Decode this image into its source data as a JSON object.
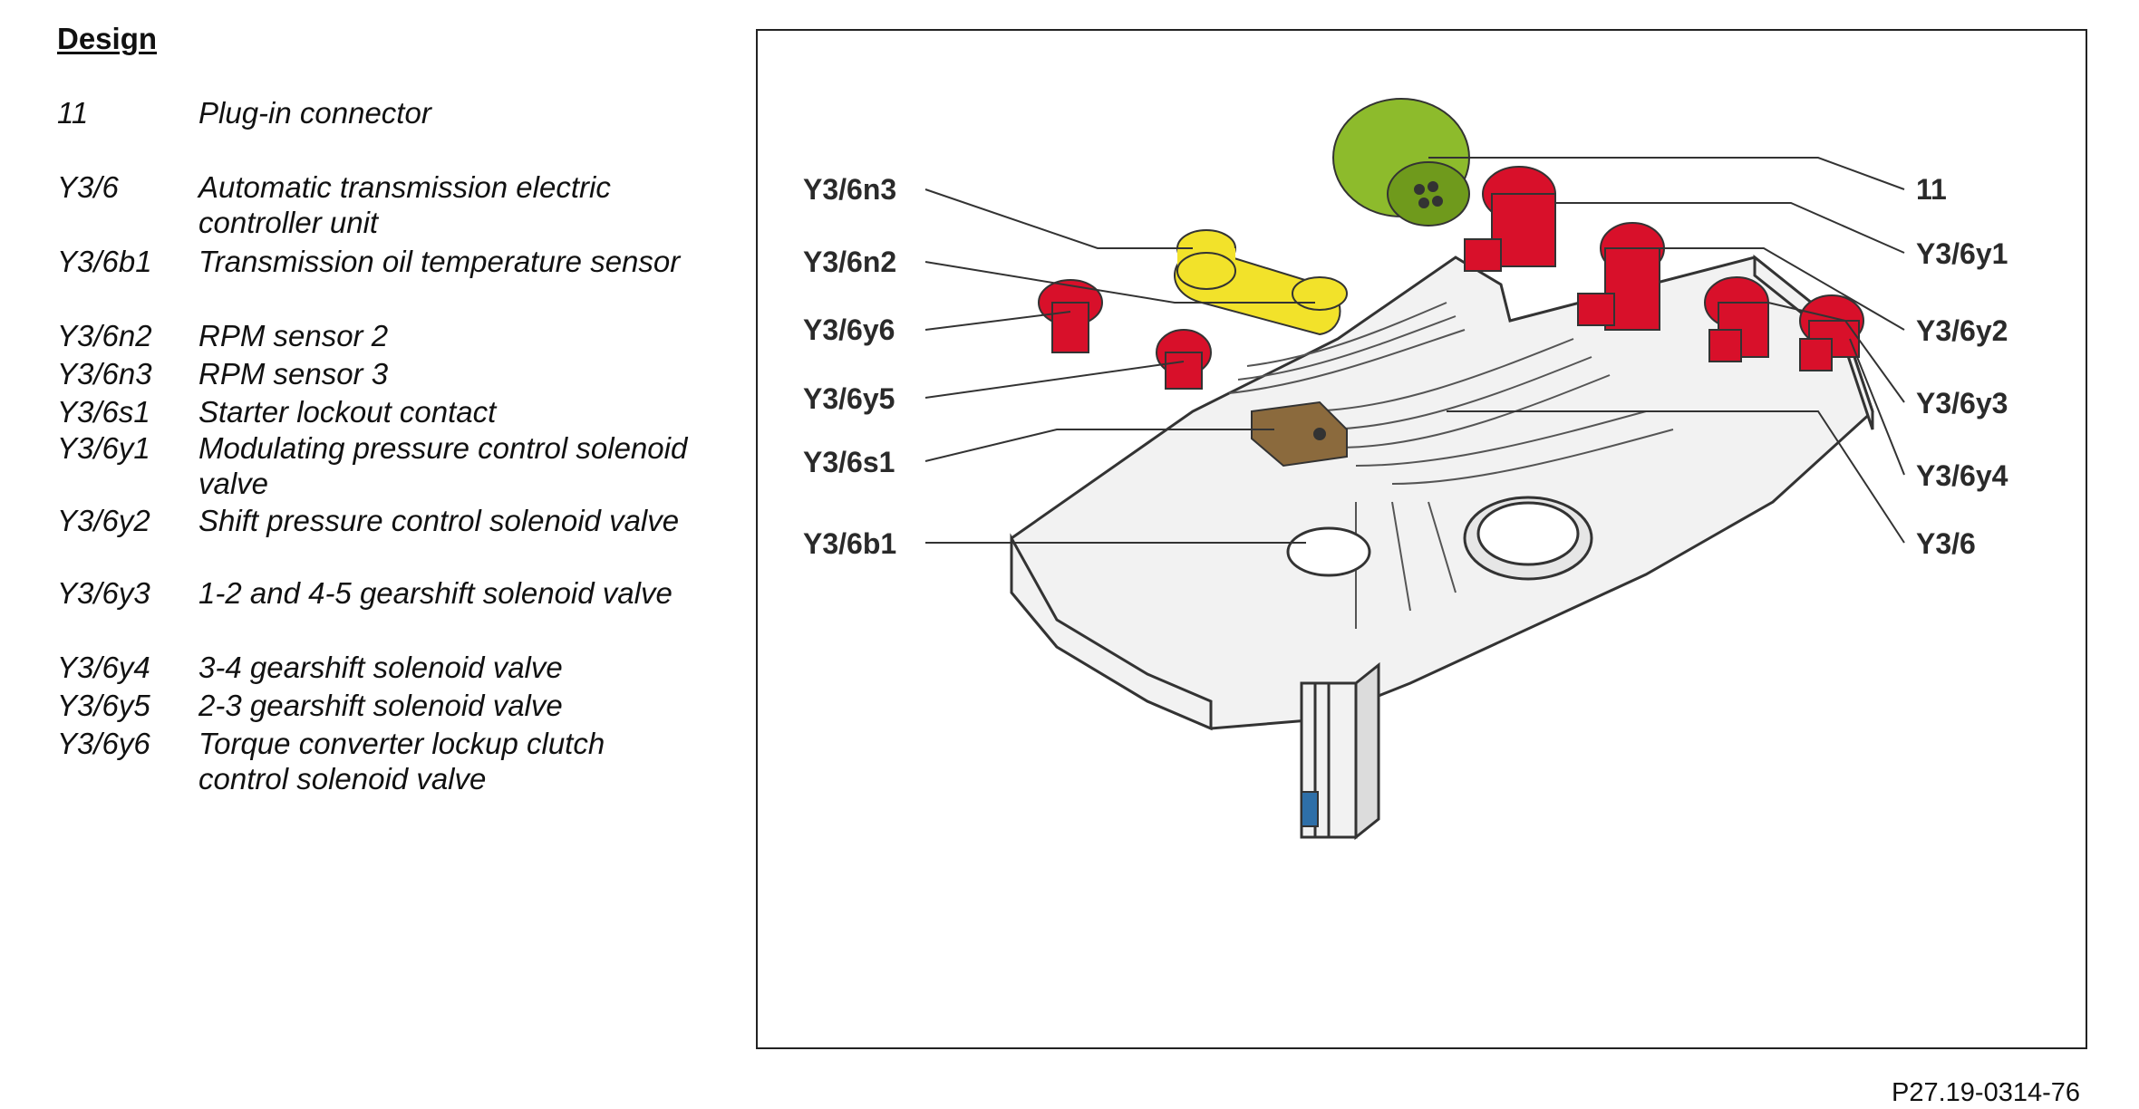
{
  "heading": "Design",
  "legend": [
    {
      "code": "11",
      "description": "Plug-in connector"
    },
    {
      "code": "Y3/6",
      "description": "Automatic transmission electric controller unit"
    },
    {
      "code": "Y3/6b1",
      "description": "Transmission oil temperature sensor"
    },
    {
      "code": "Y3/6n2",
      "description": "RPM sensor 2"
    },
    {
      "code": "Y3/6n3",
      "description": "RPM sensor 3"
    },
    {
      "code": "Y3/6s1",
      "description": "Starter lockout contact"
    },
    {
      "code": "Y3/6y1",
      "description": "Modulating pressure control solenoid valve"
    },
    {
      "code": "Y3/6y2",
      "description": "Shift pressure control solenoid valve"
    },
    {
      "code": "Y3/6y3",
      "description": "1-2 and 4-5 gearshift solenoid valve"
    },
    {
      "code": "Y3/6y4",
      "description": "3-4 gearshift solenoid valve"
    },
    {
      "code": "Y3/6y5",
      "description": "2-3 gearshift solenoid valve"
    },
    {
      "code": "Y3/6y6",
      "description": "Torque converter lockup clutch control solenoid valve"
    }
  ],
  "figure": {
    "callouts_left": [
      "Y3/6n3",
      "Y3/6n2",
      "Y3/6y6",
      "Y3/6y5",
      "Y3/6s1",
      "Y3/6b1"
    ],
    "callouts_right": [
      "11",
      "Y3/6y1",
      "Y3/6y2",
      "Y3/6y3",
      "Y3/6y4",
      "Y3/6"
    ],
    "colors": {
      "connector": "#8dbb2c",
      "solenoid": "#d8102a",
      "rpm_sensor": "#f2e22a",
      "starter_contact": "#8b6a3d",
      "temp_sensor": "#2e6fa8",
      "housing": "#f2f2f2",
      "outline": "#333333"
    }
  },
  "figure_ref": "P27.19-0314-76"
}
